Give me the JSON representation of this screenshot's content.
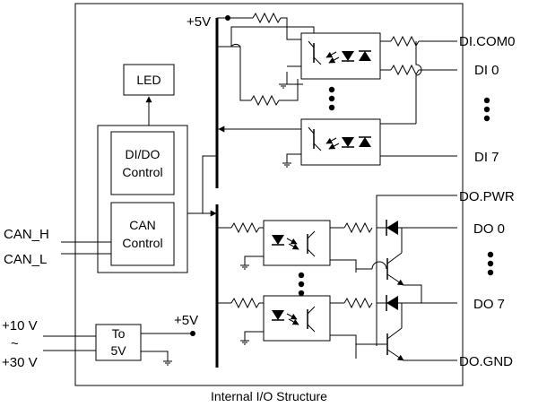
{
  "diagram": {
    "caption": "Internal I/O Structure",
    "blocks": {
      "led": "LED",
      "dido_line1": "DI/DO",
      "dido_line2": "Control",
      "can_line1": "CAN",
      "can_line2": "Control",
      "conv_line1": "To",
      "conv_line2": "5V"
    },
    "supply_labels": {
      "top": "+5V",
      "bottom": "+5V"
    },
    "left_terminals": {
      "can_h": "CAN_H",
      "can_l": "CAN_L",
      "vin_high": "+10 V",
      "vin_tilde": "~",
      "vin_low": "+30 V"
    },
    "right_terminals": {
      "di_com": "DI.COM0",
      "di_0": "DI 0",
      "di_7": "DI 7",
      "do_pwr": "DO.PWR",
      "do_0": "DO 0",
      "do_7": "DO 7",
      "do_gnd": "DO.GND"
    }
  }
}
